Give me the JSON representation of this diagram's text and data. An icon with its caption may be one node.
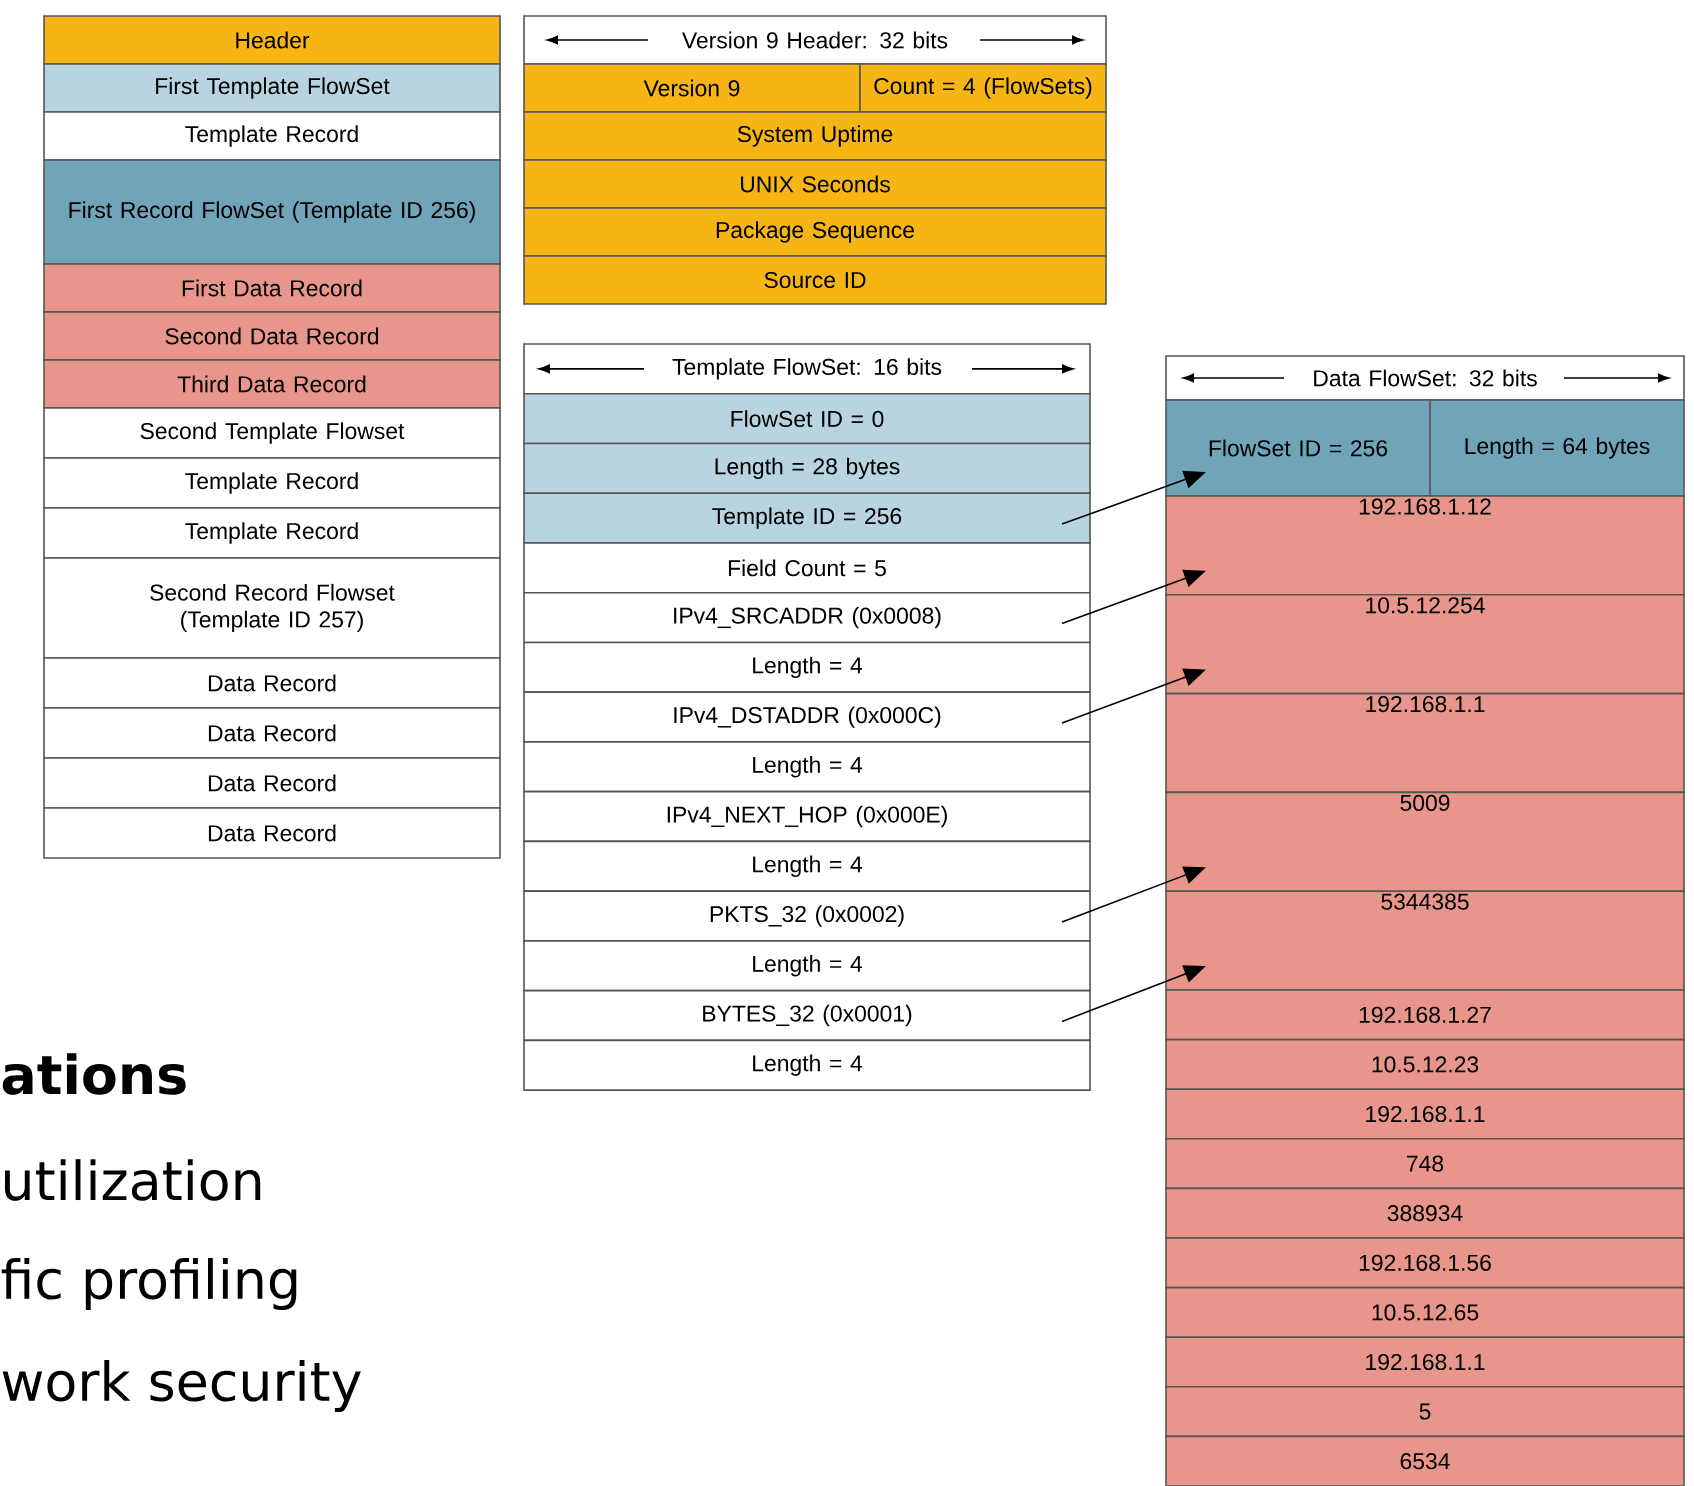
{
  "diagram": {
    "nodes": [
      {
        "text": [
          "Header"
        ]
      },
      {
        "text": [
          "First Template FlowSet"
        ]
      },
      {
        "text": [
          "Template Record"
        ]
      },
      {
        "text": [
          "First Record FlowSet (Template ID 256)"
        ]
      },
      {
        "text": [
          "First Data Record"
        ]
      },
      {
        "text": [
          "Second Data Record"
        ]
      },
      {
        "text": [
          "Third Data Record"
        ]
      },
      {
        "text": [
          "Second Template Flowset"
        ]
      },
      {
        "text": [
          "Template Record"
        ]
      },
      {
        "text": [
          "Template Record"
        ]
      },
      {
        "text": [
          "Second Record Flowset (Template ID 257)"
        ]
      },
      {
        "text": [
          "Data Record"
        ]
      },
      {
        "text": [
          "Data Record"
        ]
      },
      {
        "text": [
          "Data Record"
        ]
      },
      {
        "text": [
          "Data Record"
        ]
      },
      {
        "text": [
          "Version 9 Header: 32 bits"
        ]
      },
      {
        "text": [
          "Version 9"
        ]
      },
      {
        "text": [
          "Count = 4 (FlowSets)"
        ]
      },
      {
        "text": [
          "System Uptime"
        ]
      },
      {
        "text": [
          "UNIX Seconds"
        ]
      },
      {
        "text": [
          "Package Sequence"
        ]
      },
      {
        "text": [
          "Source ID"
        ]
      },
      {
        "text": [
          "Template FlowSet: 16 bits"
        ]
      },
      {
        "text": [
          "FlowSet ID = 0"
        ]
      },
      {
        "text": [
          "Length = 28 bytes"
        ]
      },
      {
        "text": [
          "Template ID = 256"
        ]
      },
      {
        "text": [
          "Field Count = 5"
        ]
      },
      {
        "text": [
          "IPv4_SRCADDR (0x0008)"
        ]
      },
      {
        "text": [
          "Length = 4"
        ]
      },
      {
        "text": [
          "IPv4_DSTADDR (0x000C)"
        ]
      },
      {
        "text": [
          "Length = 4"
        ]
      },
      {
        "text": [
          "IPv4_NEXT_HOP (0x000E)"
        ]
      },
      {
        "text": [
          "Length = 4"
        ]
      },
      {
        "text": [
          "PKTS_32 (0x0002)"
        ]
      },
      {
        "text": [
          "Length = 4"
        ]
      },
      {
        "text": [
          "BYTES_32 (0x0001)"
        ]
      },
      {
        "text": [
          "Length = 4"
        ]
      },
      {
        "text": [
          "Data FlowSet: 32 bits"
        ]
      },
      {
        "text": [
          "FlowSet ID = 256"
        ]
      },
      {
        "text": [
          "Length = 64 bytes"
        ]
      },
      {
        "text": [
          "192.168.1.12"
        ]
      },
      {
        "text": [
          "10.5.12.254"
        ]
      },
      {
        "text": [
          "192.168.1.1"
        ]
      },
      {
        "text": [
          "5009"
        ]
      },
      {
        "text": [
          "5344385"
        ]
      },
      {
        "text": [
          "192.168.1.27"
        ]
      },
      {
        "text": [
          "10.5.12.23"
        ]
      },
      {
        "text": [
          "192.168.1.1"
        ]
      },
      {
        "text": [
          "748"
        ]
      },
      {
        "text": [
          "388934"
        ]
      },
      {
        "text": [
          "192.168.1.56"
        ]
      },
      {
        "text": [
          "10.5.12.65"
        ]
      },
      {
        "text": [
          "192.168.1.1"
        ]
      },
      {
        "text": [
          "5"
        ]
      },
      {
        "text": [
          "6534"
        ]
      }
    ],
    "edges": [
      {
        "from": 25,
        "to": 38,
        "arrow": "to"
      },
      {
        "from": 27,
        "to": 40,
        "arrow": "to"
      },
      {
        "from": 29,
        "to": 41,
        "arrow": "to"
      },
      {
        "from": 33,
        "to": 43,
        "arrow": "to"
      },
      {
        "from": 35,
        "to": 44,
        "arrow": "to"
      }
    ],
    "labels": [
      "ations",
      "utilization",
      "fic profiling",
      "work security"
    ]
  }
}
